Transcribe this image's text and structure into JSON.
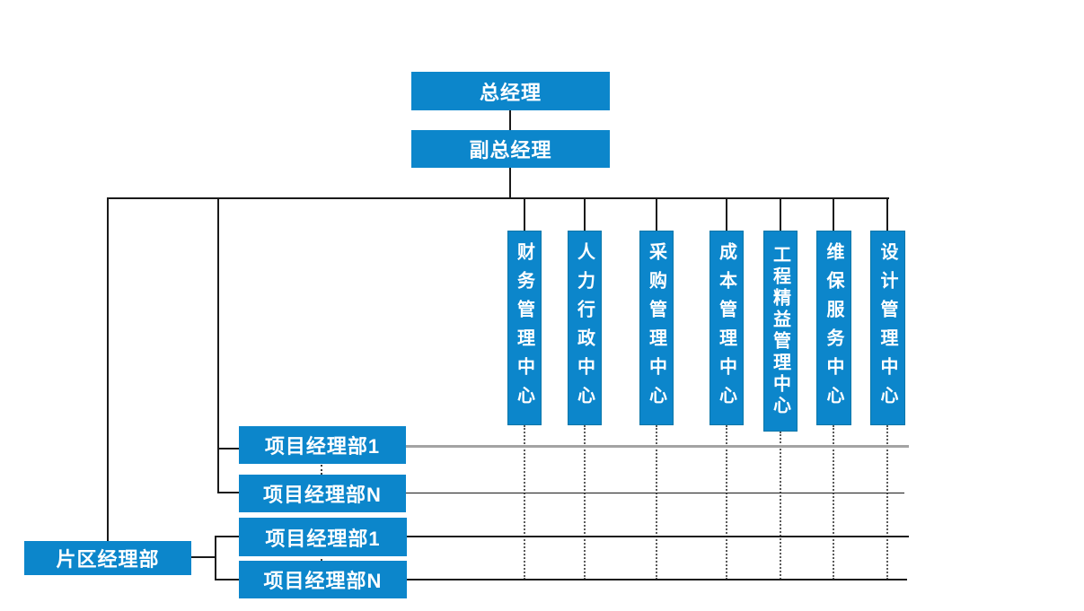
{
  "diagram": {
    "type": "org-chart",
    "colors": {
      "node_fill": "#0c86cb",
      "node_text": "#ffffff",
      "line": "#1a1a1a",
      "line_gray": "#a3a3a3",
      "dotted_line": "#5a5a5a",
      "background": "#ffffff"
    },
    "nodes": {
      "general_manager": {
        "label": "总经理"
      },
      "deputy_general_manager": {
        "label": "副总经理"
      },
      "centers": [
        {
          "label": "财务管理中心"
        },
        {
          "label": "人力行政中心"
        },
        {
          "label": "采购管理中心"
        },
        {
          "label": "成本管理中心"
        },
        {
          "label": "工程精益管理中心"
        },
        {
          "label": "维保服务中心"
        },
        {
          "label": "设计管理中心"
        }
      ],
      "upper_project_departments": [
        {
          "label": "项目经理部1"
        },
        {
          "label": "项目经理部N"
        }
      ],
      "district_department": {
        "label": "片区经理部"
      },
      "lower_project_departments": [
        {
          "label": "项目经理部1"
        },
        {
          "label": "项目经理部N"
        }
      ]
    }
  }
}
